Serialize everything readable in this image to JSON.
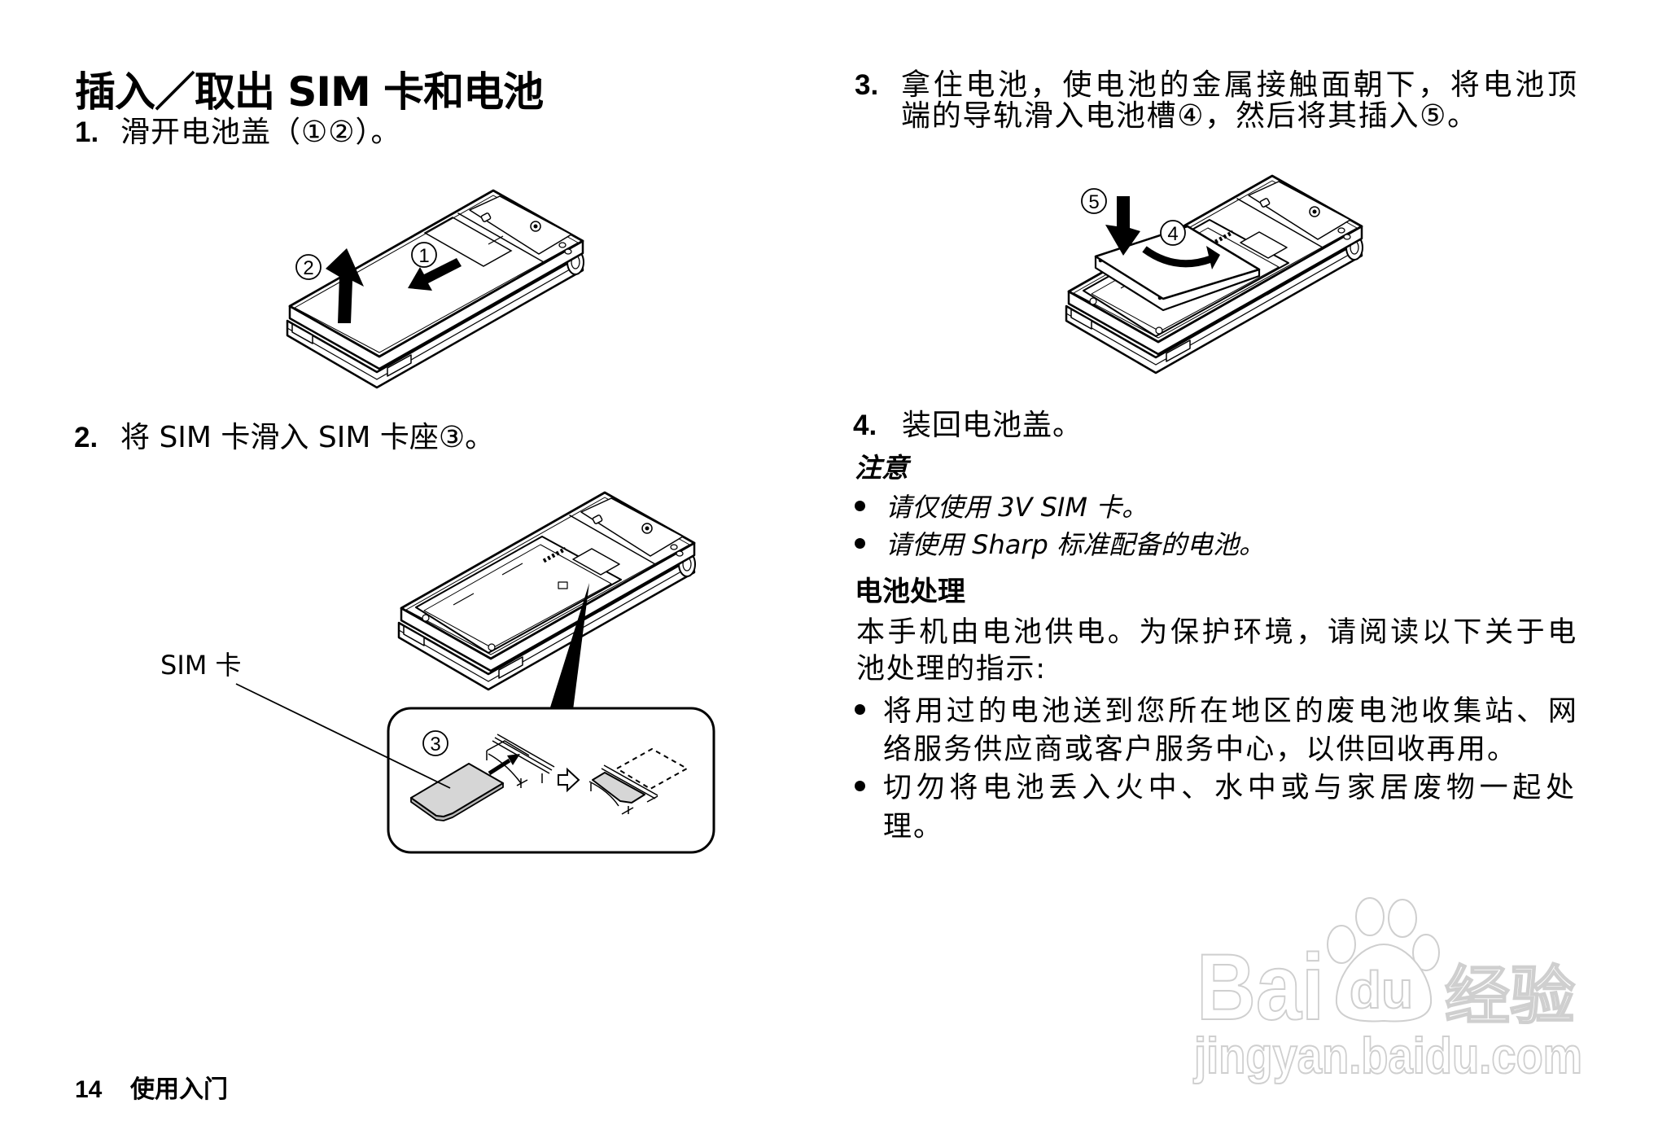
{
  "left": {
    "title": "插入／取出 SIM 卡和电池",
    "steps": [
      {
        "num": "1.",
        "text": "滑开电池盖（①②）。"
      },
      {
        "num": "2.",
        "text": "将 SIM 卡滑入 SIM 卡座③。"
      }
    ],
    "figure1": {
      "callouts": [
        {
          "label": "1"
        },
        {
          "label": "2"
        }
      ]
    },
    "figure2": {
      "sim_label": "SIM 卡",
      "callout": {
        "label": "3"
      }
    }
  },
  "right": {
    "step3": {
      "num": "3.",
      "lines": [
        "拿住电池，使电池的金属接触面朝下，将电池顶",
        "端的导轨滑入电池槽④，然后将其插入⑤。"
      ]
    },
    "figure3": {
      "callouts": [
        {
          "label": "5"
        },
        {
          "label": "4"
        }
      ]
    },
    "step4": {
      "num": "4.",
      "text": "装回电池盖。"
    },
    "note": {
      "heading": "注意",
      "bullets": [
        "请仅使用 3V SIM 卡。",
        "请使用 Sharp 标准配备的电池。"
      ]
    },
    "disposal": {
      "heading": "电池处理",
      "paragraph_lines": [
        "本手机由电池供电。为保护环境，请阅读以下关于电",
        "池处理的指示:"
      ],
      "bullets": [
        {
          "lines": [
            "将用过的电池送到您所在地区的废电池收集站、网",
            "络服务供应商或客户服务中心，以供回收再用。"
          ]
        },
        {
          "lines": [
            "切勿将电池丢入火中、水中或与家居废物一起处",
            "理。"
          ]
        }
      ]
    }
  },
  "footer": {
    "page_number": "14",
    "section": "使用入门"
  },
  "watermark": {
    "brand_left": "Bai",
    "brand_paw": "du",
    "brand_cn": "经验",
    "url": "jingyan.baidu.com"
  },
  "colors": {
    "text": "#000000",
    "background": "#ffffff",
    "sim_card_fill": "#d6d6d6",
    "watermark_outline": "#cfcfcf"
  }
}
